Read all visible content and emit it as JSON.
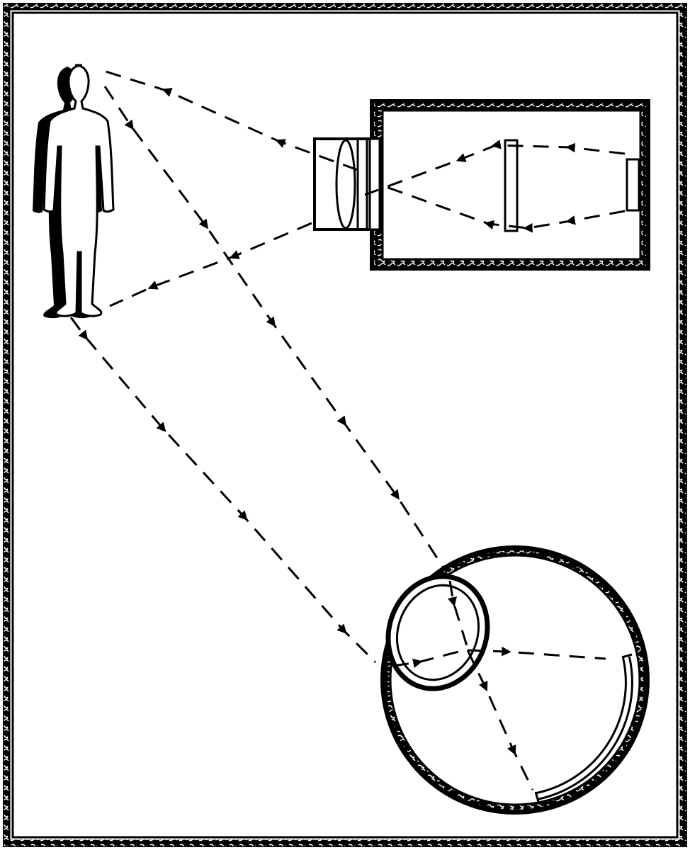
{
  "diagram": {
    "ink_color": "#000000",
    "paper_color": "#ffffff",
    "elements": [
      {
        "id": "person",
        "kind": "human-silhouette"
      },
      {
        "id": "camera",
        "kind": "projector-box",
        "parts": [
          "lens",
          "film-plate",
          "light-source"
        ]
      },
      {
        "id": "eye",
        "kind": "eyeball",
        "parts": [
          "cornea-lens",
          "retina"
        ]
      }
    ],
    "rays": [
      {
        "from": "camera",
        "to": "person",
        "style": "dashed-arrow"
      },
      {
        "from": "person",
        "to": "eye",
        "style": "dashed-arrow"
      }
    ]
  }
}
